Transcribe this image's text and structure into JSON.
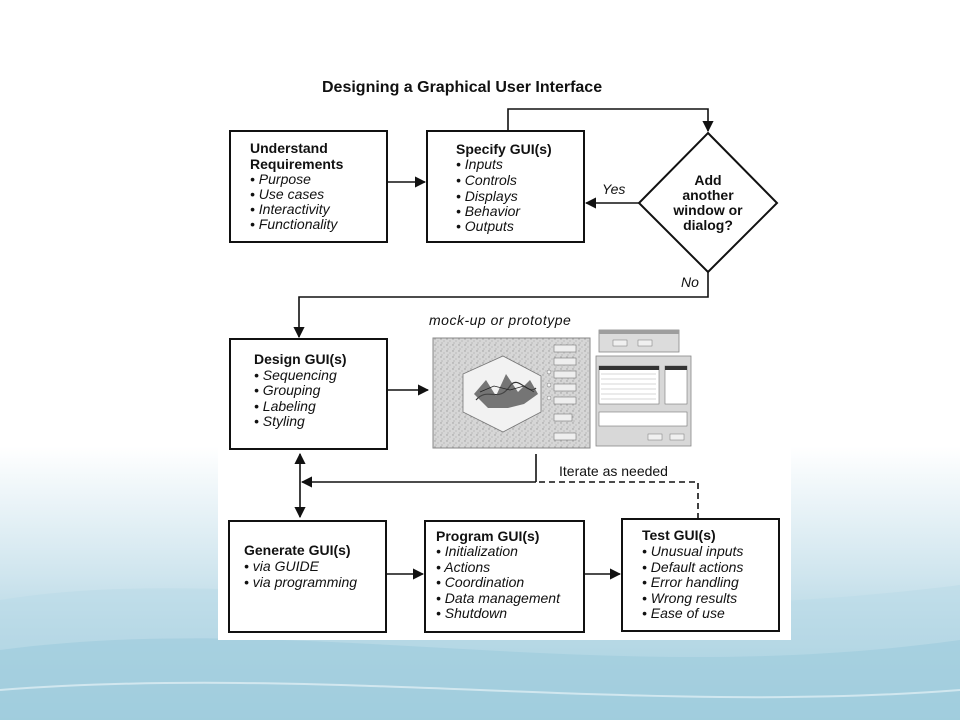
{
  "title": "Designing a Graphical User Interface",
  "nodes": {
    "understand": {
      "title_lines": [
        "Understand",
        "Requirements"
      ],
      "items": [
        "• Purpose",
        "• Use cases",
        "• Interactivity",
        "• Functionality"
      ]
    },
    "specify": {
      "title_lines": [
        "Specify GUI(s)"
      ],
      "items": [
        "• Inputs",
        "• Controls",
        "• Displays",
        "• Behavior",
        "• Outputs"
      ]
    },
    "decision": {
      "lines": [
        "Add",
        "another",
        "window or",
        "dialog?"
      ]
    },
    "design": {
      "title_lines": [
        "Design GUI(s)"
      ],
      "items": [
        "• Sequencing",
        "• Grouping",
        "• Labeling",
        "• Styling"
      ]
    },
    "generate": {
      "title_lines": [
        "Generate GUI(s)"
      ],
      "items": [
        "• via GUIDE",
        "• via programming"
      ]
    },
    "program": {
      "title_lines": [
        "Program GUI(s)"
      ],
      "items": [
        "• Initialization",
        "• Actions",
        "• Coordination",
        "• Data management",
        "• Shutdown"
      ]
    },
    "test": {
      "title_lines": [
        "Test GUI(s)"
      ],
      "items": [
        "• Unusual inputs",
        "• Default actions",
        "• Error handling",
        "• Wrong results",
        "• Ease of use"
      ]
    }
  },
  "edge_labels": {
    "yes": "Yes",
    "no": "No",
    "iterate": "Iterate as needed"
  },
  "mockup_caption": "mock-up or prototype",
  "colors": {
    "slide_top": "#ffffff",
    "slide_bottom": "#8fc2d6",
    "ink": "#111111",
    "mock_gray": "#cfcfcf"
  }
}
